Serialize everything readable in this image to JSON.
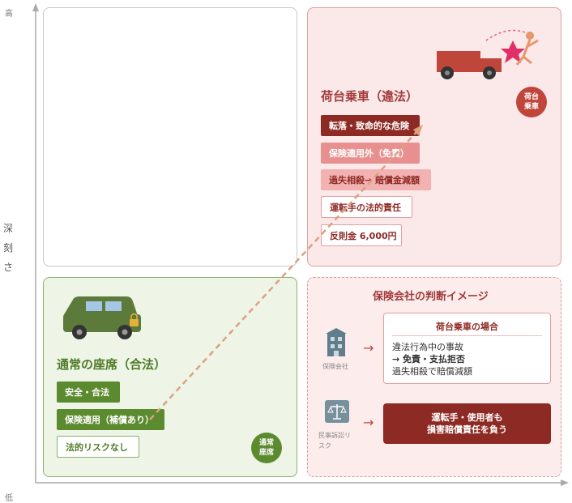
{
  "axis": {
    "y_high": "高",
    "y_low": "低",
    "y_label_chars": [
      "深",
      "刻",
      "さ"
    ]
  },
  "illegal": {
    "title": "荷台乗車（違法）",
    "badge_line1": "荷台",
    "badge_line2": "乗車",
    "tags": [
      "転落・致命的な危険",
      "保険適用外（免責）",
      "過失相殺→ 賠償金減額",
      "運転手の法的責任",
      "反則金 6,000円"
    ]
  },
  "legal": {
    "title": "通常の座席（合法）",
    "badge_line1": "通常",
    "badge_line2": "座席",
    "tags": [
      "安全・合法",
      "保険適用（補償あり）",
      "法的リスクなし"
    ]
  },
  "insurance": {
    "title": "保険会社の判断イメージ",
    "company_label": "保険会社",
    "lawsuit_label_1": "民事訴訟リ",
    "lawsuit_label_2": "スク",
    "case_title": "荷台乗車の場合",
    "case_lines": [
      "違法行為中の事故",
      "→ 免責・支払拒否",
      "過失相殺で賠償減額"
    ],
    "liability_line1": "運転手・使用者も",
    "liability_line2": "損害賠償責任を負う",
    "arrow": "→"
  },
  "colors": {
    "red_dark": "#8e2a24",
    "red_accent": "#c0463c",
    "green_dark": "#5c8a2e",
    "truck": "#c0463c",
    "car": "#5c7a3a"
  }
}
